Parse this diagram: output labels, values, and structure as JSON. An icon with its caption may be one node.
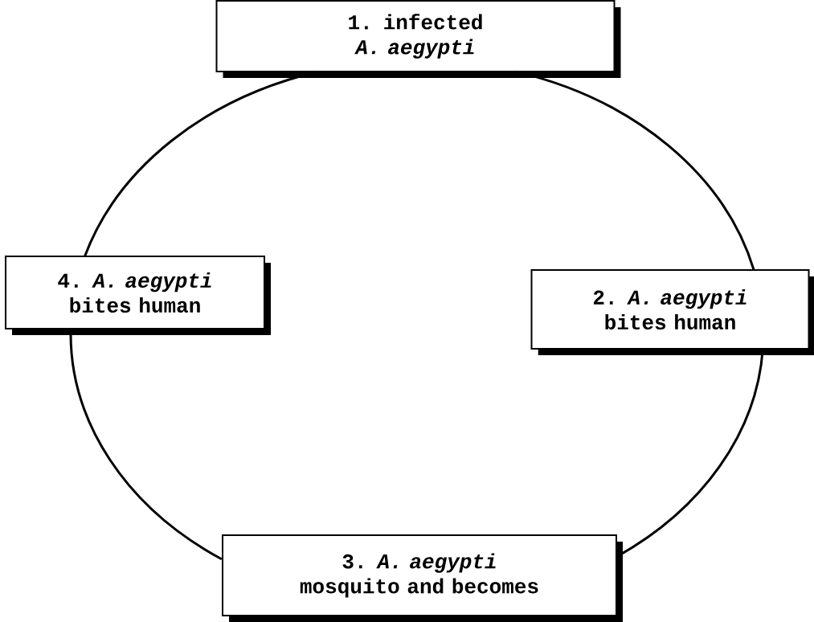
{
  "diagram": {
    "nodes": [
      {
        "text": [
          "1. infected *A. aegypti*"
        ]
      },
      {
        "text": [
          "2. *A. aegypti* bites human"
        ]
      },
      {
        "text": [
          "3. *A. aegypti* mosquito and becomes"
        ]
      },
      {
        "text": [
          "4. *A. aegypti* bites human"
        ]
      }
    ],
    "edges": [
      {
        "from": 0,
        "to": 1,
        "arrow": "none"
      },
      {
        "from": 1,
        "to": 2,
        "arrow": "none"
      },
      {
        "from": 2,
        "to": 3,
        "arrow": "none"
      },
      {
        "from": 3,
        "to": 0,
        "arrow": "none"
      }
    ]
  }
}
